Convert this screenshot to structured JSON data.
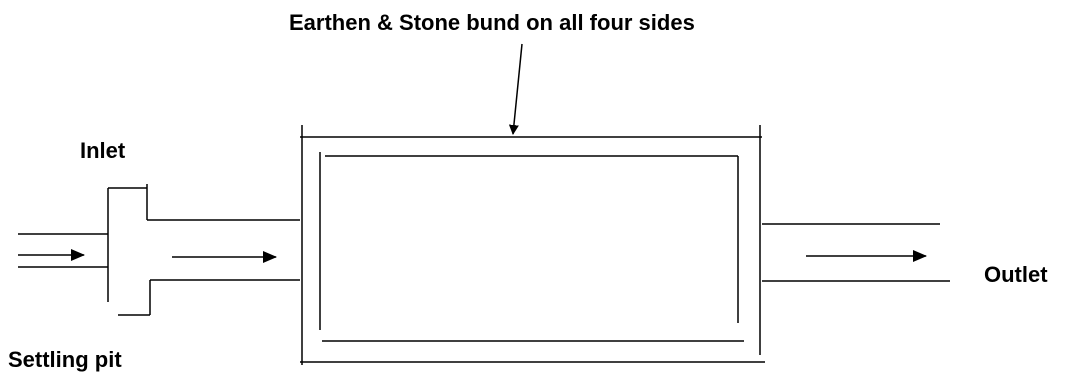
{
  "labels": {
    "bund": "Earthen & Stone bund on all four sides",
    "inlet": "Inlet",
    "outlet": "Outlet",
    "settling_pit": "Settling pit"
  },
  "colors": {
    "stroke": "#000000",
    "text": "#000000",
    "background": "#ffffff"
  }
}
